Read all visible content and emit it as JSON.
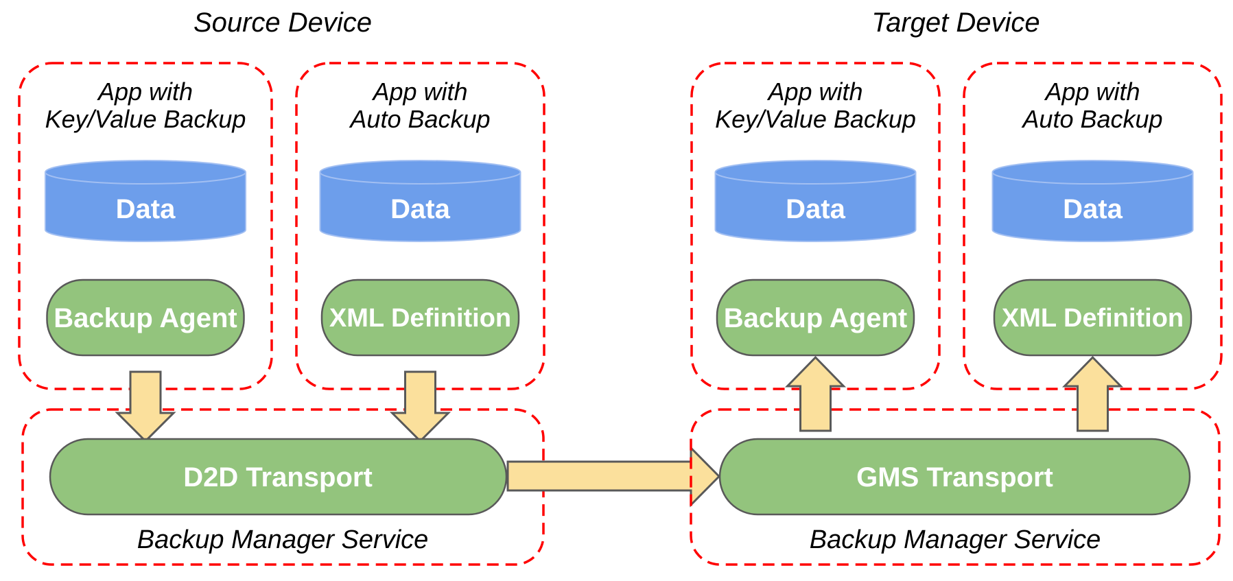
{
  "colors": {
    "box_border": "#ff0000",
    "component_fill": "#93c47d",
    "component_border": "#595959",
    "data_fill": "#6d9eeb",
    "data_border": "#a2bff2",
    "arrow_fill": "#fbe09c",
    "arrow_border": "#595959",
    "label_text": "#000000",
    "pill_text": "#ffffff"
  },
  "source": {
    "title": "Source Device",
    "apps": [
      {
        "label_line1": "App with",
        "label_line2": "Key/Value Backup",
        "store": "Data",
        "component": "Backup Agent"
      },
      {
        "label_line1": "App with",
        "label_line2": "Auto Backup",
        "store": "Data",
        "component": "XML Definition"
      }
    ],
    "service": {
      "transport": "D2D Transport",
      "label": "Backup Manager Service"
    }
  },
  "target": {
    "title": "Target Device",
    "apps": [
      {
        "label_line1": "App with",
        "label_line2": "Key/Value Backup",
        "store": "Data",
        "component": "Backup Agent"
      },
      {
        "label_line1": "App with",
        "label_line2": "Auto Backup",
        "store": "Data",
        "component": "XML Definition"
      }
    ],
    "service": {
      "transport": "GMS Transport",
      "label": "Backup Manager Service"
    }
  }
}
